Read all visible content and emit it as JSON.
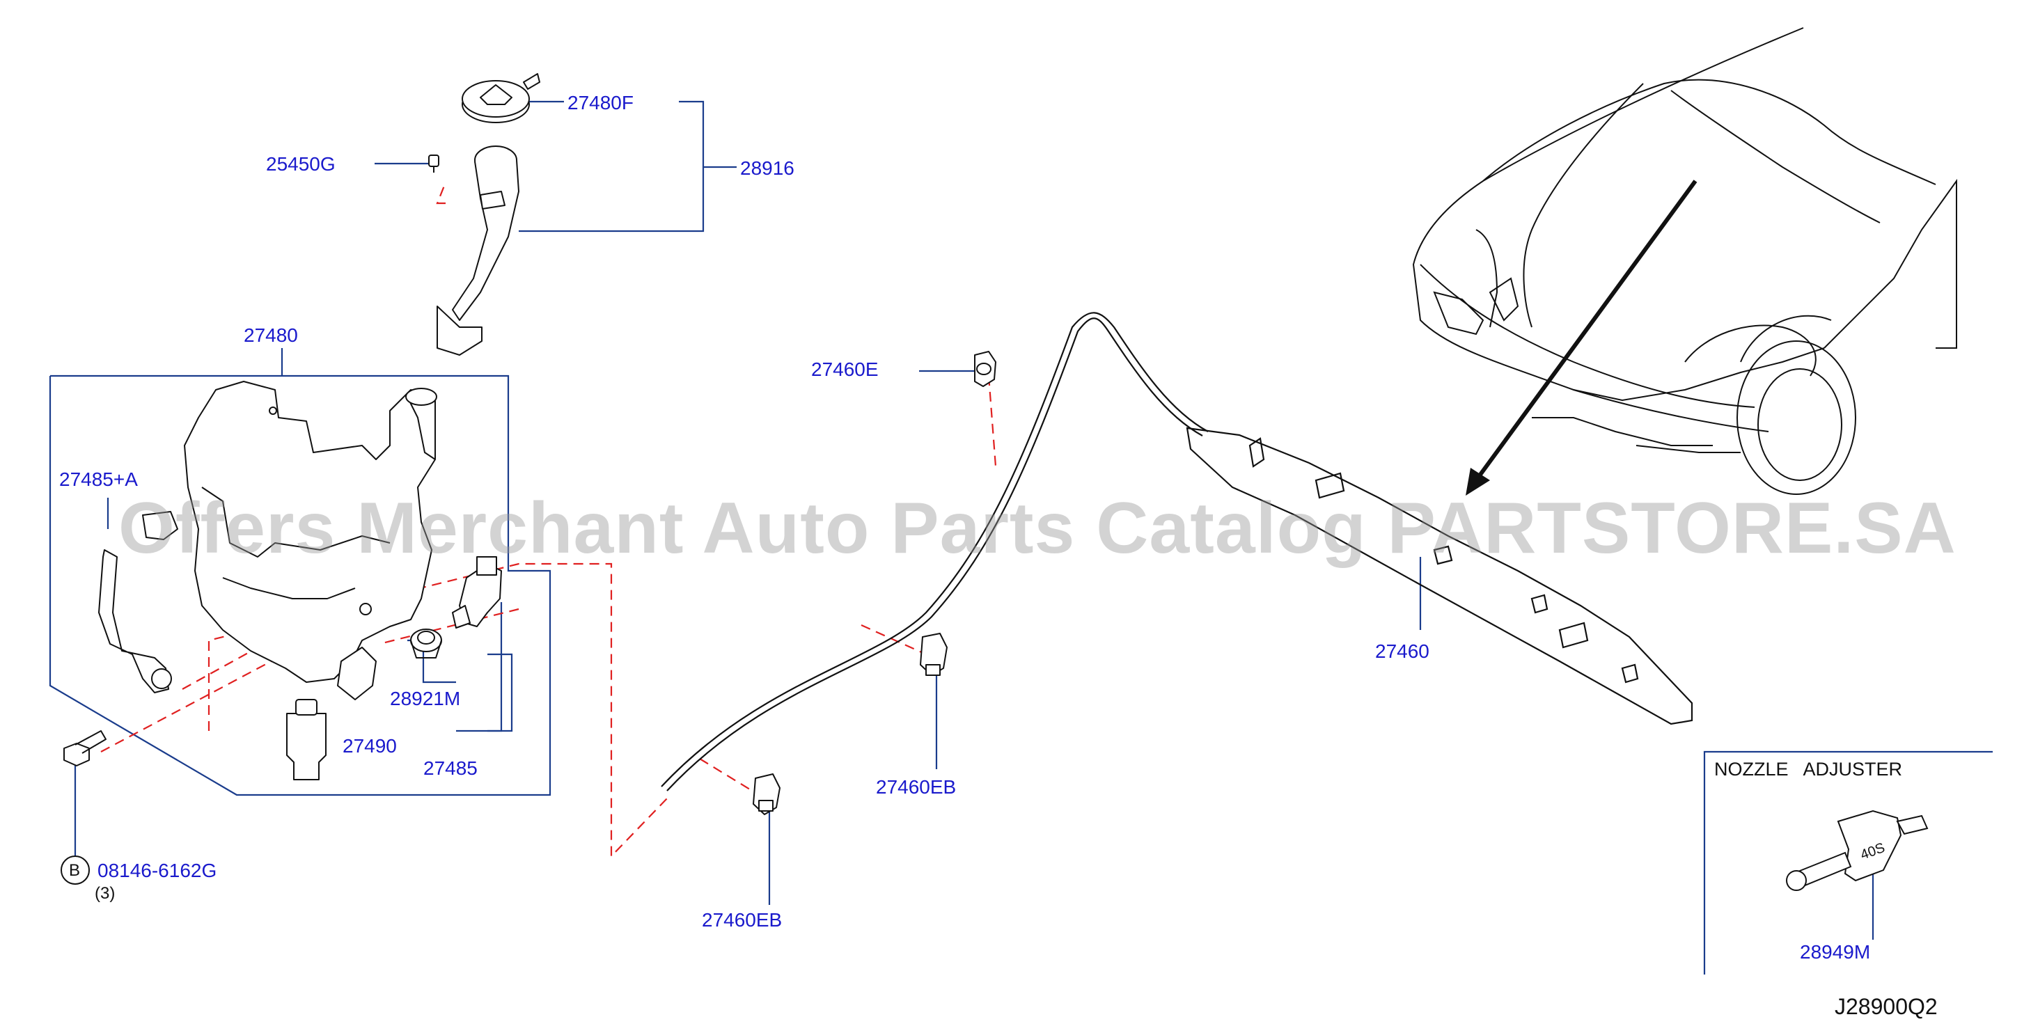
{
  "watermark": "Offers Merchant Auto Parts Catalog PARTSTORE.SA",
  "diagram_code": "J28900Q2",
  "inset": {
    "title": "NOZZLE   ADJUSTER"
  },
  "callout_badge": "B",
  "callout_qty": "(3)",
  "colors": {
    "label": "#1a1acc",
    "line": "#1a3c8c",
    "dash": "#e02020",
    "ink": "#111111"
  },
  "parts": {
    "p27480F": "27480F",
    "p25450G": "25450G",
    "p28916": "28916",
    "p27480": "27480",
    "p27485A": "27485+A",
    "p28921M": "28921M",
    "p27490": "27490",
    "p27485": "27485",
    "p08146": "08146-6162G",
    "p27460E": "27460E",
    "p27460EB_a": "27460EB",
    "p27460EB_b": "27460EB",
    "p27460": "27460",
    "p28949M": "28949M"
  }
}
